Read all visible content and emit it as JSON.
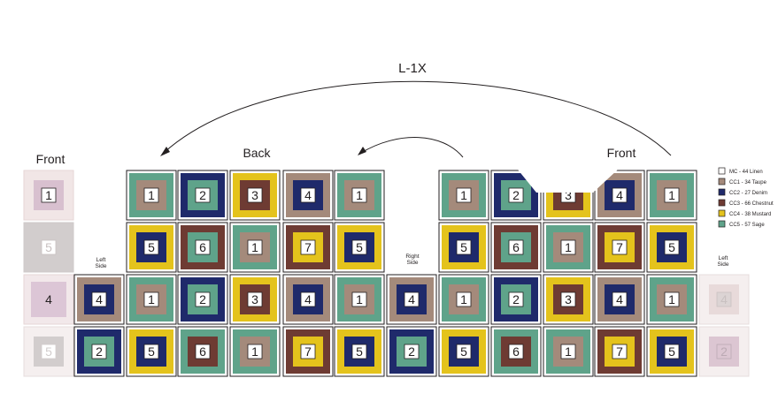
{
  "title": "L-1X",
  "labels": {
    "front_left": "Front",
    "back": "Back",
    "front_right": "Front",
    "left_side_1": "Left",
    "left_side_1b": "Side",
    "right_side": "Right",
    "right_side_b": "Side",
    "left_side_2": "Left",
    "left_side_2b": "Side"
  },
  "legend": [
    {
      "code": "MC",
      "label": "MC - 44 Linen",
      "color": "#ffffff"
    },
    {
      "code": "CC1",
      "label": "CC1 - 34 Taupe",
      "color": "#a48a7b"
    },
    {
      "code": "CC2",
      "label": "CC2 - 27 Denim",
      "color": "#1f2a6b"
    },
    {
      "code": "CC3",
      "label": "CC3 - 66 Chestnut",
      "color": "#6e3b33"
    },
    {
      "code": "CC4",
      "label": "CC4 - 38 Mustard",
      "color": "#e4c31c"
    },
    {
      "code": "CC5",
      "label": "CC5 - 57 Sage",
      "color": "#5fa38a"
    }
  ],
  "colors": {
    "1": "#a48a7b",
    "2": "#1f2a6b",
    "3": "#6e3b33",
    "4": "#e4c31c",
    "5": "#5fa38a"
  },
  "rows": [
    [
      {
        "n": "1",
        "o": "faint-pink"
      },
      null,
      {
        "n": "1",
        "o": "5",
        "i": "1"
      },
      {
        "n": "2",
        "o": "2",
        "i": "5"
      },
      {
        "n": "3",
        "o": "4",
        "i": "3"
      },
      {
        "n": "4",
        "o": "1",
        "i": "2"
      },
      {
        "n": "1",
        "o": "5",
        "i": "1"
      },
      null,
      {
        "n": "1",
        "o": "5",
        "i": "1"
      },
      {
        "n": "2",
        "o": "2",
        "i": "5"
      },
      {
        "n": "3",
        "o": "4",
        "i": "3"
      },
      {
        "n": "4",
        "o": "1",
        "i": "2"
      },
      {
        "n": "1",
        "o": "5",
        "i": "1"
      },
      null
    ],
    [
      {
        "n": "5",
        "o": "faint-gray"
      },
      null,
      {
        "n": "5",
        "o": "4",
        "i": "2"
      },
      {
        "n": "6",
        "o": "3",
        "i": "5"
      },
      {
        "n": "1",
        "o": "5",
        "i": "1"
      },
      {
        "n": "7",
        "o": "3",
        "i": "4"
      },
      {
        "n": "5",
        "o": "4",
        "i": "2"
      },
      null,
      {
        "n": "5",
        "o": "4",
        "i": "2"
      },
      {
        "n": "6",
        "o": "3",
        "i": "5"
      },
      {
        "n": "1",
        "o": "5",
        "i": "1"
      },
      {
        "n": "7",
        "o": "3",
        "i": "4"
      },
      {
        "n": "5",
        "o": "4",
        "i": "2"
      },
      null
    ],
    [
      {
        "n": "4",
        "o": "faint-mauve"
      },
      {
        "n": "4",
        "o": "1",
        "i": "2"
      },
      {
        "n": "1",
        "o": "5",
        "i": "1"
      },
      {
        "n": "2",
        "o": "2",
        "i": "5"
      },
      {
        "n": "3",
        "o": "4",
        "i": "3"
      },
      {
        "n": "4",
        "o": "1",
        "i": "2"
      },
      {
        "n": "1",
        "o": "5",
        "i": "1"
      },
      {
        "n": "4",
        "o": "1",
        "i": "2"
      },
      {
        "n": "1",
        "o": "5",
        "i": "1"
      },
      {
        "n": "2",
        "o": "2",
        "i": "5"
      },
      {
        "n": "3",
        "o": "4",
        "i": "3"
      },
      {
        "n": "4",
        "o": "1",
        "i": "2"
      },
      {
        "n": "1",
        "o": "5",
        "i": "1"
      },
      {
        "n": "4",
        "o": "faint-pink2"
      }
    ],
    [
      {
        "n": "5",
        "o": "faint-gray2"
      },
      {
        "n": "2",
        "o": "2",
        "i": "5"
      },
      {
        "n": "5",
        "o": "4",
        "i": "2"
      },
      {
        "n": "6",
        "o": "5",
        "i": "3"
      },
      {
        "n": "1",
        "o": "5",
        "i": "1"
      },
      {
        "n": "7",
        "o": "3",
        "i": "4"
      },
      {
        "n": "5",
        "o": "4",
        "i": "2"
      },
      {
        "n": "2",
        "o": "2",
        "i": "5"
      },
      {
        "n": "5",
        "o": "4",
        "i": "2"
      },
      {
        "n": "6",
        "o": "5",
        "i": "3"
      },
      {
        "n": "1",
        "o": "5",
        "i": "1"
      },
      {
        "n": "7",
        "o": "3",
        "i": "4"
      },
      {
        "n": "5",
        "o": "4",
        "i": "2"
      },
      {
        "n": "2",
        "o": "faint-mauve2"
      }
    ]
  ]
}
